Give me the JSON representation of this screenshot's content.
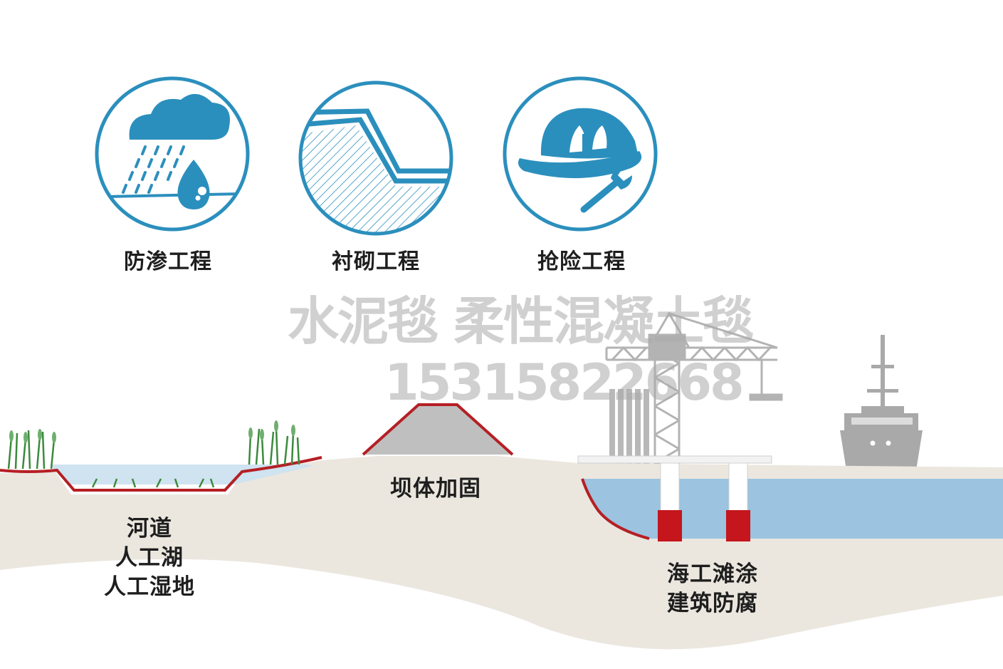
{
  "icons": [
    {
      "label": "防渗工程",
      "icon": "rain-seepage-icon"
    },
    {
      "label": "衬砌工程",
      "icon": "slope-lining-icon"
    },
    {
      "label": "抢险工程",
      "icon": "hardhat-wrench-icon"
    }
  ],
  "scene": {
    "river_label": [
      "河道",
      "人工湖",
      "人工湿地"
    ],
    "dam_label": "坝体加固",
    "marine_label": [
      "海工滩涂",
      "建筑防腐"
    ]
  },
  "watermark": {
    "line1": "水泥毯 柔性混凝土毯",
    "line2": "15315822668"
  },
  "colors": {
    "icon_blue": "#2b8fbd",
    "ground": "#ebe7df",
    "water": "#9cc3df",
    "membrane_red": "#b51f24",
    "gray_structures": "#a9a9a9"
  }
}
